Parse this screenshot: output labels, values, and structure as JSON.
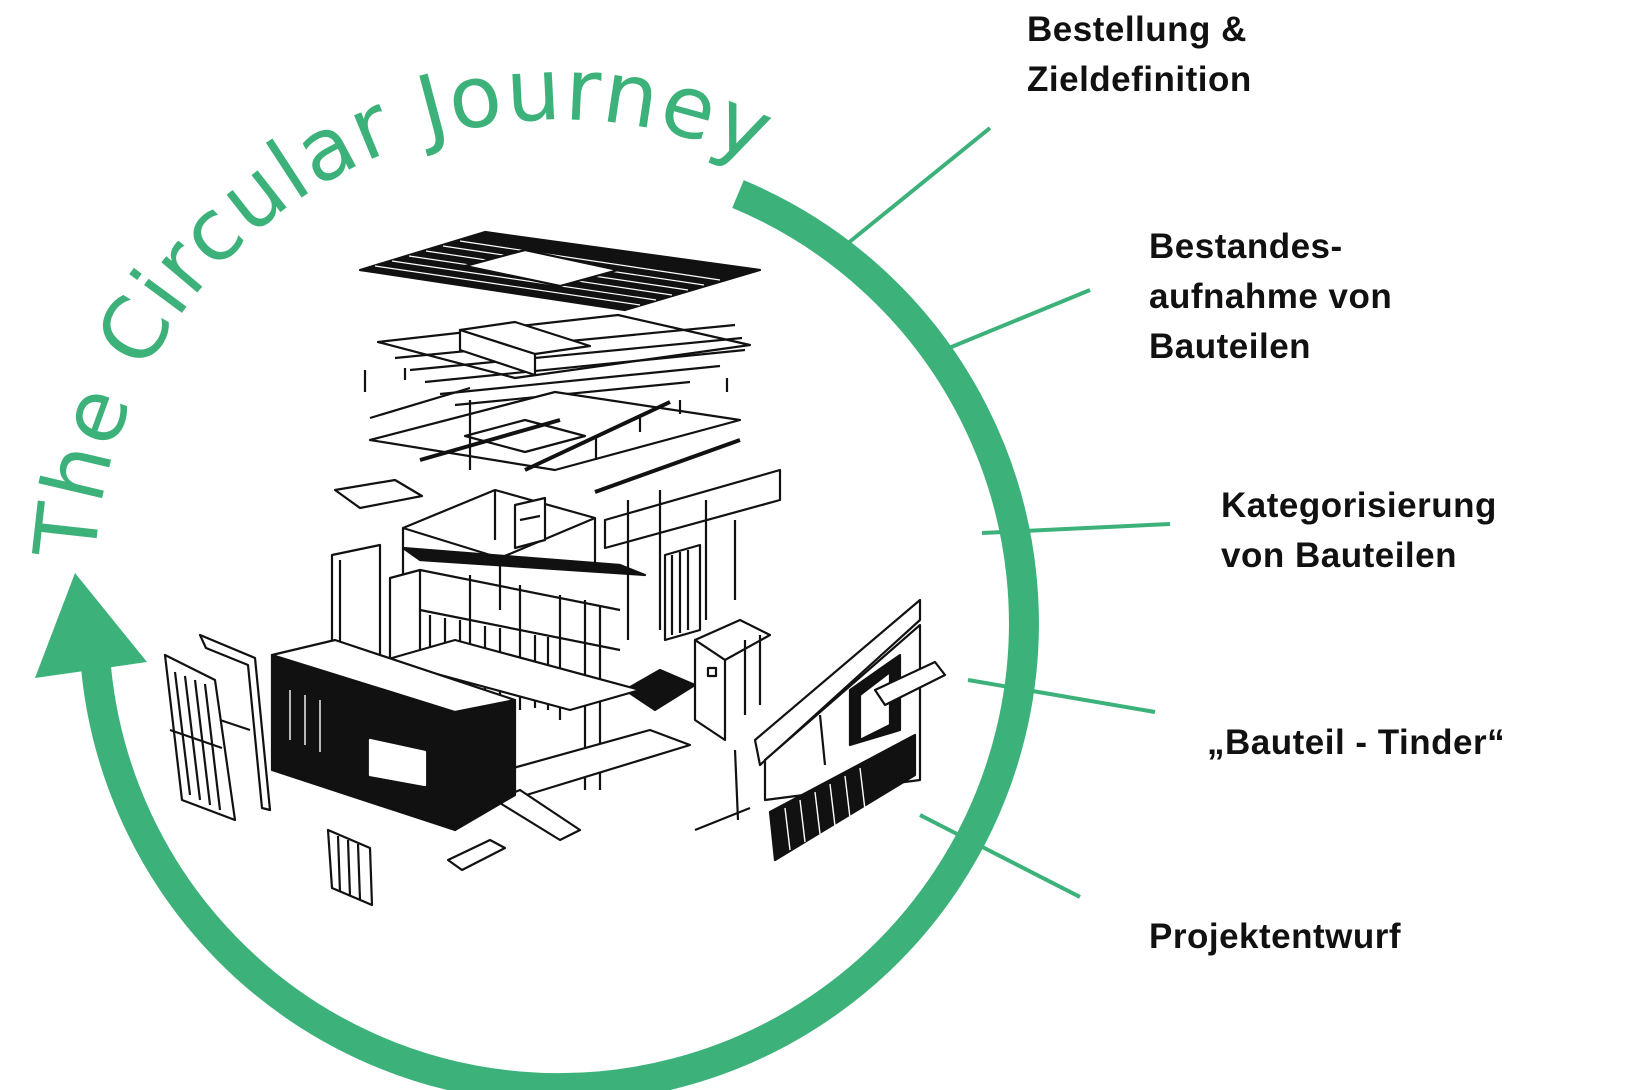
{
  "title": "The Circular Journey",
  "colors": {
    "accent": "#3cb27a",
    "ink": "#111111",
    "background": "#ffffff"
  },
  "illustration": "exploded-building-axonometric",
  "steps": [
    {
      "lines": [
        "Bestellung &",
        "Zieldefinition"
      ]
    },
    {
      "lines": [
        "Bestandes-",
        "aufnahme von",
        "Bauteilen"
      ]
    },
    {
      "lines": [
        "Kategorisierung",
        "von Bauteilen"
      ]
    },
    {
      "lines": [
        "„Bauteil - Tinder“"
      ]
    },
    {
      "lines": [
        "Projektentwurf"
      ]
    }
  ]
}
